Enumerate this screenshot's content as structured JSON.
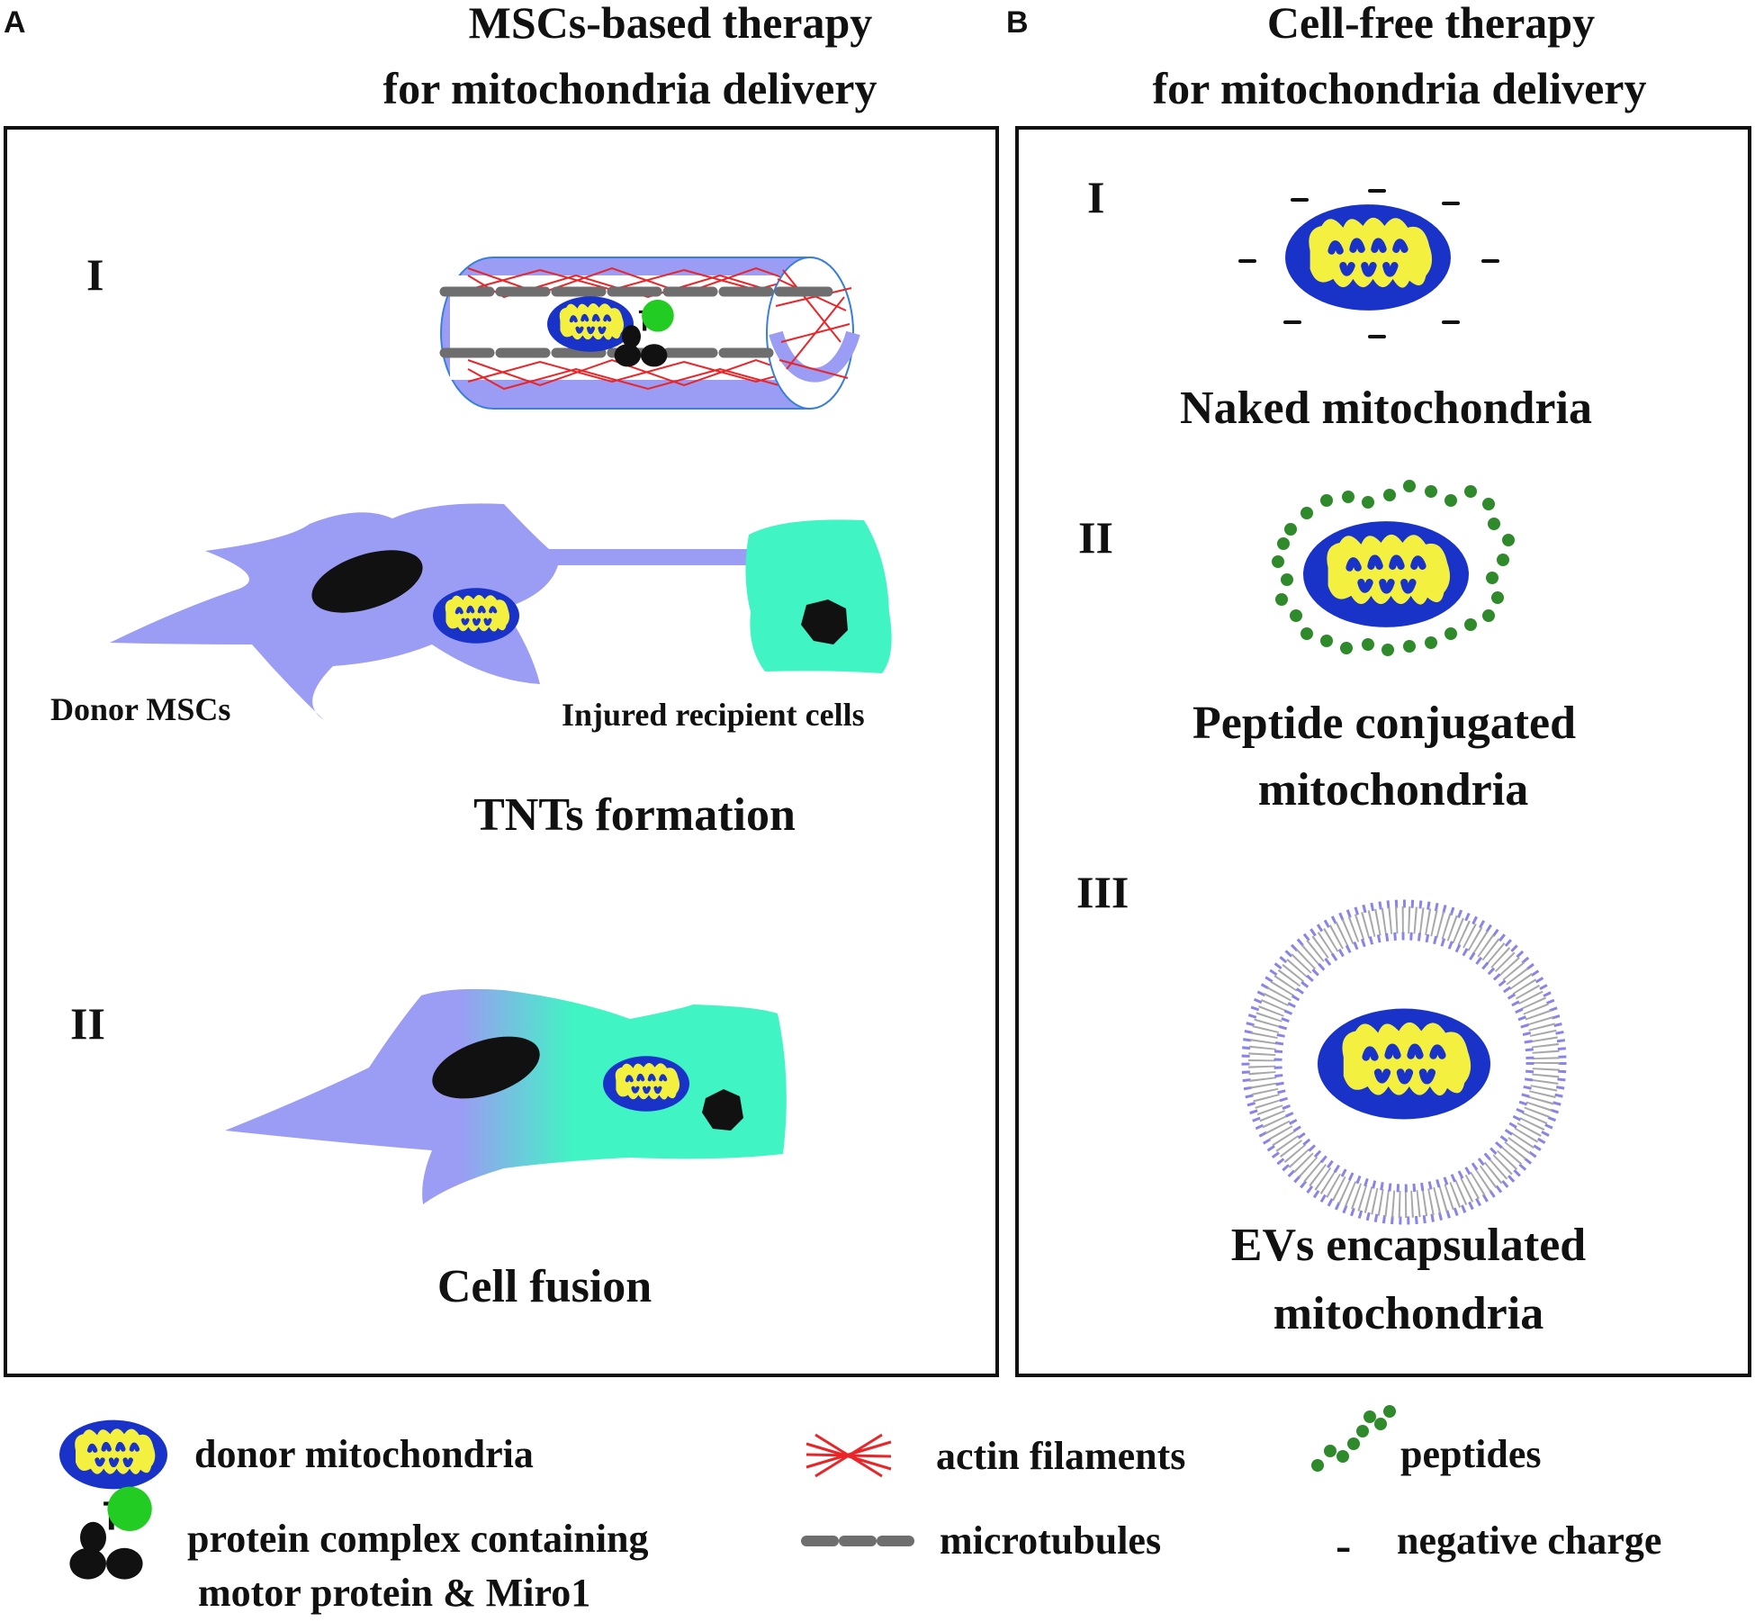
{
  "panel_a": {
    "letter": "A",
    "title_line1": "MSCs-based therapy",
    "title_line2": "for mitochondria delivery",
    "section1": {
      "numeral": "I",
      "donor_label": "Donor MSCs",
      "recipient_label": "Injured recipient cells",
      "caption": "TNTs formation"
    },
    "section2": {
      "numeral": "II",
      "caption": "Cell fusion"
    }
  },
  "panel_b": {
    "letter": "B",
    "title_line1": "Cell-free therapy",
    "title_line2": "for mitochondria delivery",
    "section1": {
      "numeral": "I",
      "caption": "Naked mitochondria"
    },
    "section2": {
      "numeral": "II",
      "caption_line1": "Peptide conjugated",
      "caption_line2": "mitochondria"
    },
    "section3": {
      "numeral": "III",
      "caption_line1": "EVs encapsulated",
      "caption_line2": "mitochondria"
    }
  },
  "legend": {
    "donor_mitochondria": "donor mitochondria",
    "protein_complex_line1": "protein complex containing",
    "protein_complex_line2": "motor protein & Miro1",
    "actin_filaments": "actin filaments",
    "microtubules": "microtubules",
    "peptides": "peptides",
    "negative_charge": "negative charge",
    "negative_charge_symbol": "-"
  },
  "colors": {
    "donor_cell": "#9b9cf4",
    "recipient_cell": "#40f4c4",
    "mito_outer": "#1933c8",
    "mito_inner": "#f4f040",
    "actin": "#e8262a",
    "microtubule": "#6e6e6e",
    "peptide": "#2e8a2a",
    "miro_green": "#22cc22",
    "ev_membrane": "#8884e8"
  }
}
